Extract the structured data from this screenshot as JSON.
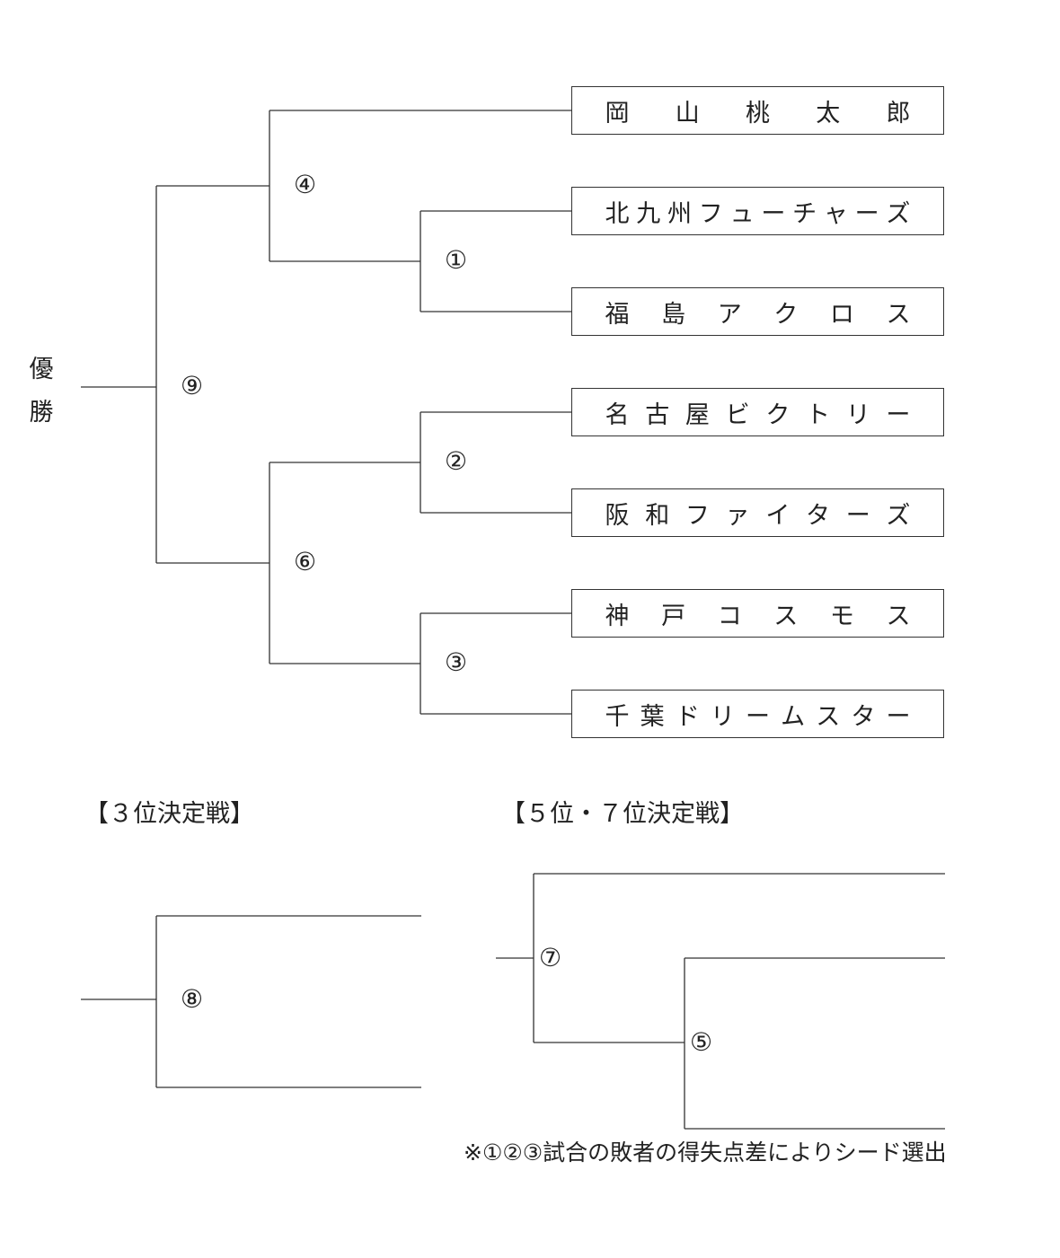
{
  "champion_label": "優勝",
  "teams": [
    "岡 山 桃 太 郎",
    "北九州フューチャーズ",
    "福 島 ア ク ロ ス",
    "名古屋ビクトリー",
    "阪和ファイターズ",
    "神 戸 コ ス モ ス",
    "千葉ドリームスター"
  ],
  "matches": {
    "m1": "①",
    "m2": "②",
    "m3": "③",
    "m4": "④",
    "m5": "⑤",
    "m6": "⑥",
    "m7": "⑦",
    "m8": "⑧",
    "m9": "⑨"
  },
  "third_place_title": "【３位決定戦】",
  "fifth_seventh_title": "【５位・７位決定戦】",
  "note": "※①②③試合の敗者の得失点差によりシード選出",
  "colors": {
    "line": "#333333",
    "text": "#222222"
  }
}
